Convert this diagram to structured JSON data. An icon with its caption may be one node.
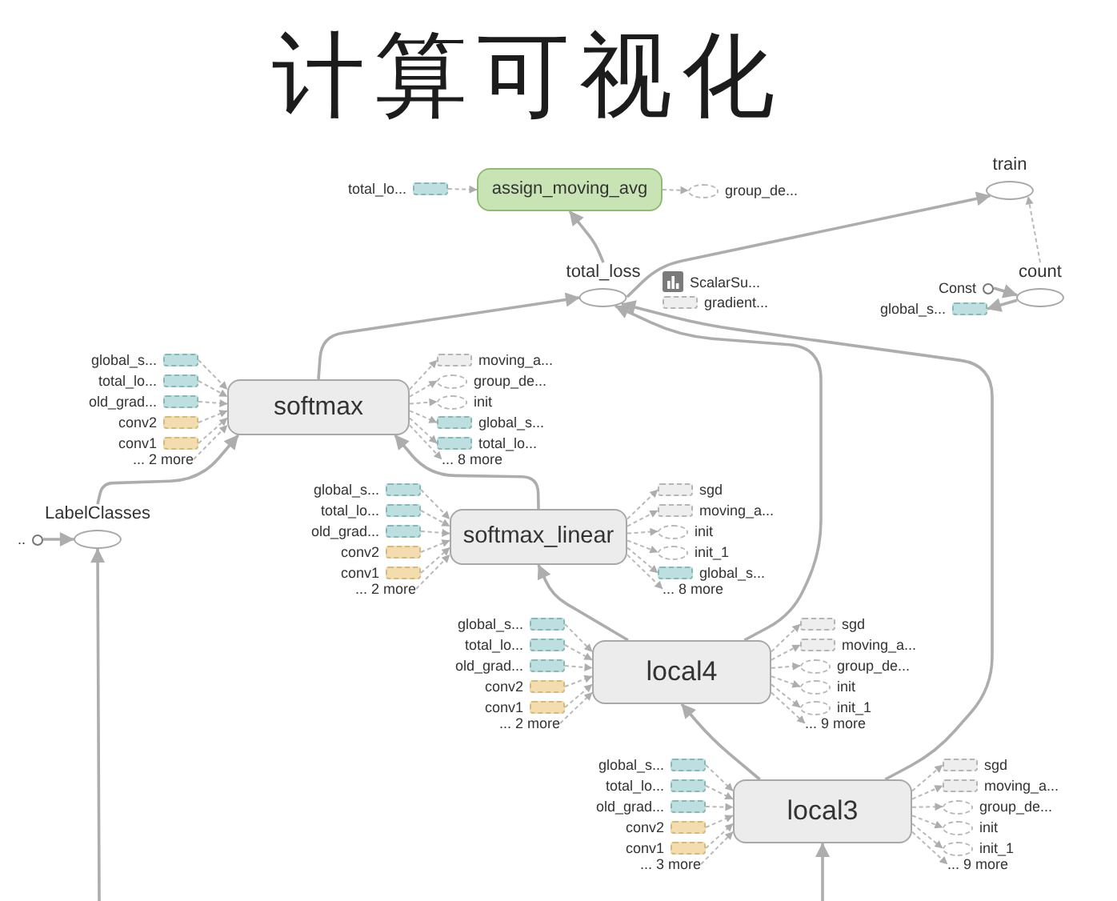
{
  "diagram": {
    "title": "计算可视化",
    "nodes": [
      {
        "text": [
          "total_lo..."
        ]
      },
      {
        "text": [
          "assign_moving_avg"
        ]
      },
      {
        "text": [
          "group_de..."
        ]
      },
      {
        "text": [
          "train"
        ]
      },
      {
        "text": [
          "total_loss"
        ]
      },
      {
        "text": [
          "ScalarSu..."
        ]
      },
      {
        "text": [
          "gradient..."
        ]
      },
      {
        "text": [
          "Const"
        ]
      },
      {
        "text": [
          "count"
        ]
      },
      {
        "text": [
          "global_s..."
        ]
      },
      {
        "text": [
          "global_s..."
        ]
      },
      {
        "text": [
          "total_lo..."
        ]
      },
      {
        "text": [
          "old_grad..."
        ]
      },
      {
        "text": [
          "conv2"
        ]
      },
      {
        "text": [
          "conv1"
        ]
      },
      {
        "text": [
          "... 2 more"
        ]
      },
      {
        "text": [
          "softmax"
        ]
      },
      {
        "text": [
          "moving_a..."
        ]
      },
      {
        "text": [
          "group_de..."
        ]
      },
      {
        "text": [
          "init"
        ]
      },
      {
        "text": [
          "global_s..."
        ]
      },
      {
        "text": [
          "total_lo..."
        ]
      },
      {
        "text": [
          "... 8 more"
        ]
      },
      {
        "text": [
          ".."
        ]
      },
      {
        "text": [
          "LabelClasses"
        ]
      },
      {
        "text": [
          "global_s..."
        ]
      },
      {
        "text": [
          "total_lo..."
        ]
      },
      {
        "text": [
          "old_grad..."
        ]
      },
      {
        "text": [
          "conv2"
        ]
      },
      {
        "text": [
          "conv1"
        ]
      },
      {
        "text": [
          "... 2 more"
        ]
      },
      {
        "text": [
          "softmax_linear"
        ]
      },
      {
        "text": [
          "sgd"
        ]
      },
      {
        "text": [
          "moving_a..."
        ]
      },
      {
        "text": [
          "init"
        ]
      },
      {
        "text": [
          "init_1"
        ]
      },
      {
        "text": [
          "global_s..."
        ]
      },
      {
        "text": [
          "... 8 more"
        ]
      },
      {
        "text": [
          "global_s..."
        ]
      },
      {
        "text": [
          "total_lo..."
        ]
      },
      {
        "text": [
          "old_grad..."
        ]
      },
      {
        "text": [
          "conv2"
        ]
      },
      {
        "text": [
          "conv1"
        ]
      },
      {
        "text": [
          "... 2 more"
        ]
      },
      {
        "text": [
          "local4"
        ]
      },
      {
        "text": [
          "sgd"
        ]
      },
      {
        "text": [
          "moving_a..."
        ]
      },
      {
        "text": [
          "group_de..."
        ]
      },
      {
        "text": [
          "init"
        ]
      },
      {
        "text": [
          "init_1"
        ]
      },
      {
        "text": [
          "... 9 more"
        ]
      },
      {
        "text": [
          "global_s..."
        ]
      },
      {
        "text": [
          "total_lo..."
        ]
      },
      {
        "text": [
          "old_grad..."
        ]
      },
      {
        "text": [
          "conv2"
        ]
      },
      {
        "text": [
          "conv1"
        ]
      },
      {
        "text": [
          "... 3 more"
        ]
      },
      {
        "text": [
          "local3"
        ]
      },
      {
        "text": [
          "sgd"
        ]
      },
      {
        "text": [
          "moving_a..."
        ]
      },
      {
        "text": [
          "group_de..."
        ]
      },
      {
        "text": [
          "init"
        ]
      },
      {
        "text": [
          "init_1"
        ]
      },
      {
        "text": [
          "... 9 more"
        ]
      }
    ],
    "edges": [
      {
        "from": 0,
        "to": 1,
        "arrow": "to",
        "style": "dashed"
      },
      {
        "from": 1,
        "to": 2,
        "arrow": "to",
        "style": "dashed"
      },
      {
        "from": 4,
        "to": 1,
        "arrow": "to"
      },
      {
        "from": 4,
        "to": 3,
        "arrow": "to"
      },
      {
        "from": 8,
        "to": 3,
        "arrow": "to",
        "style": "dashed"
      },
      {
        "from": 7,
        "to": 8,
        "arrow": "to"
      },
      {
        "from": 8,
        "to": 9,
        "arrow": "to"
      },
      {
        "from": 16,
        "to": 4,
        "arrow": "to"
      },
      {
        "from": 24,
        "to": 16,
        "arrow": "to"
      },
      {
        "from": 23,
        "to": 24,
        "arrow": "to"
      },
      {
        "from": null,
        "to": 24,
        "arrow": "to"
      },
      {
        "from": 31,
        "to": 16,
        "arrow": "to"
      },
      {
        "from": 44,
        "to": 31,
        "arrow": "to"
      },
      {
        "from": 44,
        "to": 4,
        "arrow": "to"
      },
      {
        "from": 57,
        "to": 44,
        "arrow": "to"
      },
      {
        "from": 57,
        "to": 4,
        "arrow": "to"
      },
      {
        "from": null,
        "to": 57,
        "arrow": "to"
      },
      {
        "from": 10,
        "to": 16,
        "arrow": "to",
        "style": "dashed"
      },
      {
        "from": 11,
        "to": 16,
        "arrow": "to",
        "style": "dashed"
      },
      {
        "from": 12,
        "to": 16,
        "arrow": "to",
        "style": "dashed"
      },
      {
        "from": 13,
        "to": 16,
        "arrow": "to",
        "style": "dashed"
      },
      {
        "from": 14,
        "to": 16,
        "arrow": "to",
        "style": "dashed"
      },
      {
        "from": 15,
        "to": 16,
        "arrow": "to",
        "style": "dashed"
      },
      {
        "from": 16,
        "to": 17,
        "arrow": "to",
        "style": "dashed"
      },
      {
        "from": 16,
        "to": 18,
        "arrow": "to",
        "style": "dashed"
      },
      {
        "from": 16,
        "to": 19,
        "arrow": "to",
        "style": "dashed"
      },
      {
        "from": 16,
        "to": 20,
        "arrow": "to",
        "style": "dashed"
      },
      {
        "from": 16,
        "to": 21,
        "arrow": "to",
        "style": "dashed"
      },
      {
        "from": 16,
        "to": 22,
        "arrow": "to",
        "style": "dashed"
      },
      {
        "from": 25,
        "to": 31,
        "arrow": "to",
        "style": "dashed"
      },
      {
        "from": 26,
        "to": 31,
        "arrow": "to",
        "style": "dashed"
      },
      {
        "from": 27,
        "to": 31,
        "arrow": "to",
        "style": "dashed"
      },
      {
        "from": 28,
        "to": 31,
        "arrow": "to",
        "style": "dashed"
      },
      {
        "from": 29,
        "to": 31,
        "arrow": "to",
        "style": "dashed"
      },
      {
        "from": 30,
        "to": 31,
        "arrow": "to",
        "style": "dashed"
      },
      {
        "from": 31,
        "to": 32,
        "arrow": "to",
        "style": "dashed"
      },
      {
        "from": 31,
        "to": 33,
        "arrow": "to",
        "style": "dashed"
      },
      {
        "from": 31,
        "to": 34,
        "arrow": "to",
        "style": "dashed"
      },
      {
        "from": 31,
        "to": 35,
        "arrow": "to",
        "style": "dashed"
      },
      {
        "from": 31,
        "to": 36,
        "arrow": "to",
        "style": "dashed"
      },
      {
        "from": 31,
        "to": 37,
        "arrow": "to",
        "style": "dashed"
      },
      {
        "from": 38,
        "to": 44,
        "arrow": "to",
        "style": "dashed"
      },
      {
        "from": 39,
        "to": 44,
        "arrow": "to",
        "style": "dashed"
      },
      {
        "from": 40,
        "to": 44,
        "arrow": "to",
        "style": "dashed"
      },
      {
        "from": 41,
        "to": 44,
        "arrow": "to",
        "style": "dashed"
      },
      {
        "from": 42,
        "to": 44,
        "arrow": "to",
        "style": "dashed"
      },
      {
        "from": 43,
        "to": 44,
        "arrow": "to",
        "style": "dashed"
      },
      {
        "from": 44,
        "to": 45,
        "arrow": "to",
        "style": "dashed"
      },
      {
        "from": 44,
        "to": 46,
        "arrow": "to",
        "style": "dashed"
      },
      {
        "from": 44,
        "to": 47,
        "arrow": "to",
        "style": "dashed"
      },
      {
        "from": 44,
        "to": 48,
        "arrow": "to",
        "style": "dashed"
      },
      {
        "from": 44,
        "to": 49,
        "arrow": "to",
        "style": "dashed"
      },
      {
        "from": 44,
        "to": 50,
        "arrow": "to",
        "style": "dashed"
      },
      {
        "from": 51,
        "to": 57,
        "arrow": "to",
        "style": "dashed"
      },
      {
        "from": 52,
        "to": 57,
        "arrow": "to",
        "style": "dashed"
      },
      {
        "from": 53,
        "to": 57,
        "arrow": "to",
        "style": "dashed"
      },
      {
        "from": 54,
        "to": 57,
        "arrow": "to",
        "style": "dashed"
      },
      {
        "from": 55,
        "to": 57,
        "arrow": "to",
        "style": "dashed"
      },
      {
        "from": 56,
        "to": 57,
        "arrow": "to",
        "style": "dashed"
      },
      {
        "from": 57,
        "to": 58,
        "arrow": "to",
        "style": "dashed"
      },
      {
        "from": 57,
        "to": 59,
        "arrow": "to",
        "style": "dashed"
      },
      {
        "from": 57,
        "to": 60,
        "arrow": "to",
        "style": "dashed"
      },
      {
        "from": 57,
        "to": 61,
        "arrow": "to",
        "style": "dashed"
      },
      {
        "from": 57,
        "to": 62,
        "arrow": "to",
        "style": "dashed"
      },
      {
        "from": 57,
        "to": 63,
        "arrow": "to",
        "style": "dashed"
      }
    ]
  }
}
